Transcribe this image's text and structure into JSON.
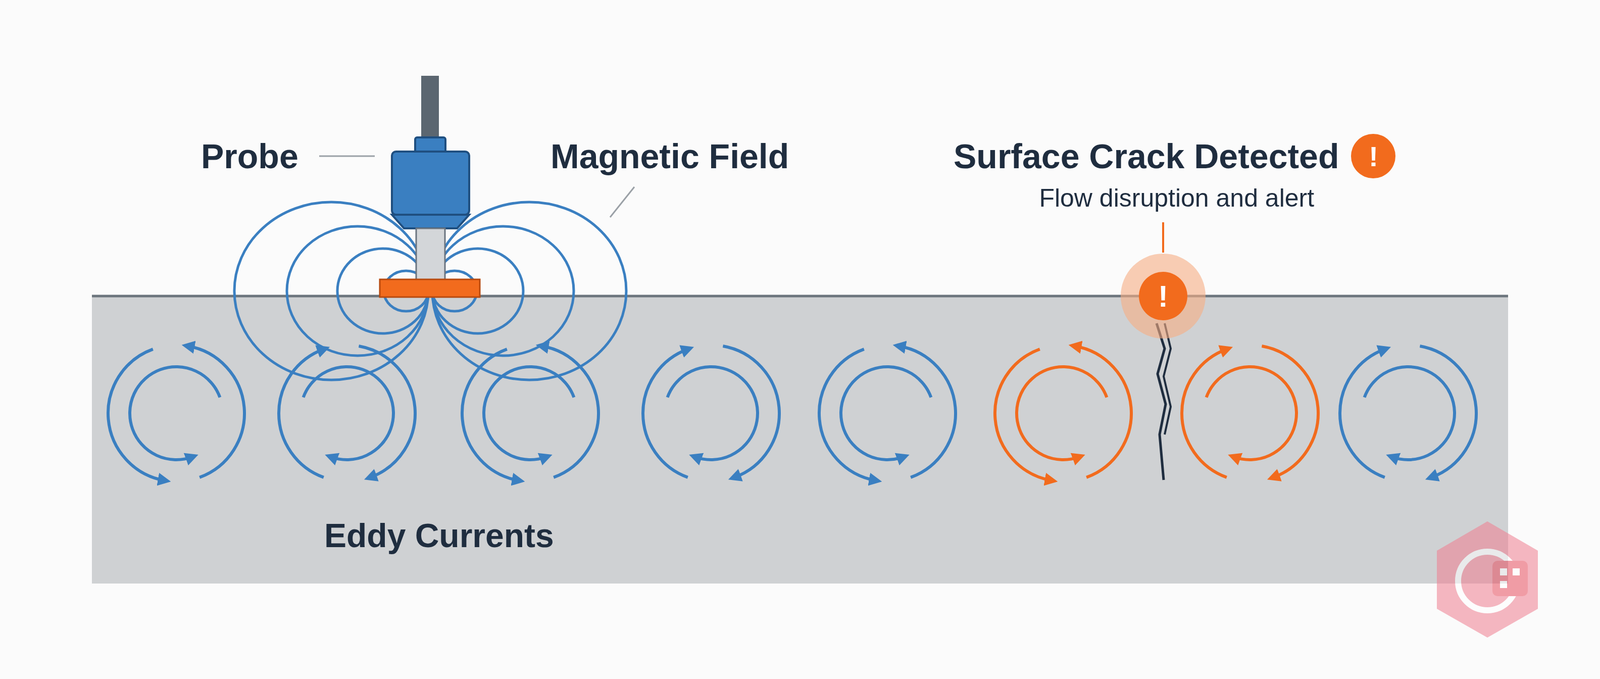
{
  "diagram": {
    "nodes": [
      {
        "text": [
          "!"
        ]
      },
      {
        "text": [
          "!"
        ]
      }
    ],
    "labels": [
      "Probe",
      "Magnetic Field",
      "Surface Crack Detected",
      "Flow disruption and alert",
      "Eddy Currents"
    ]
  }
}
